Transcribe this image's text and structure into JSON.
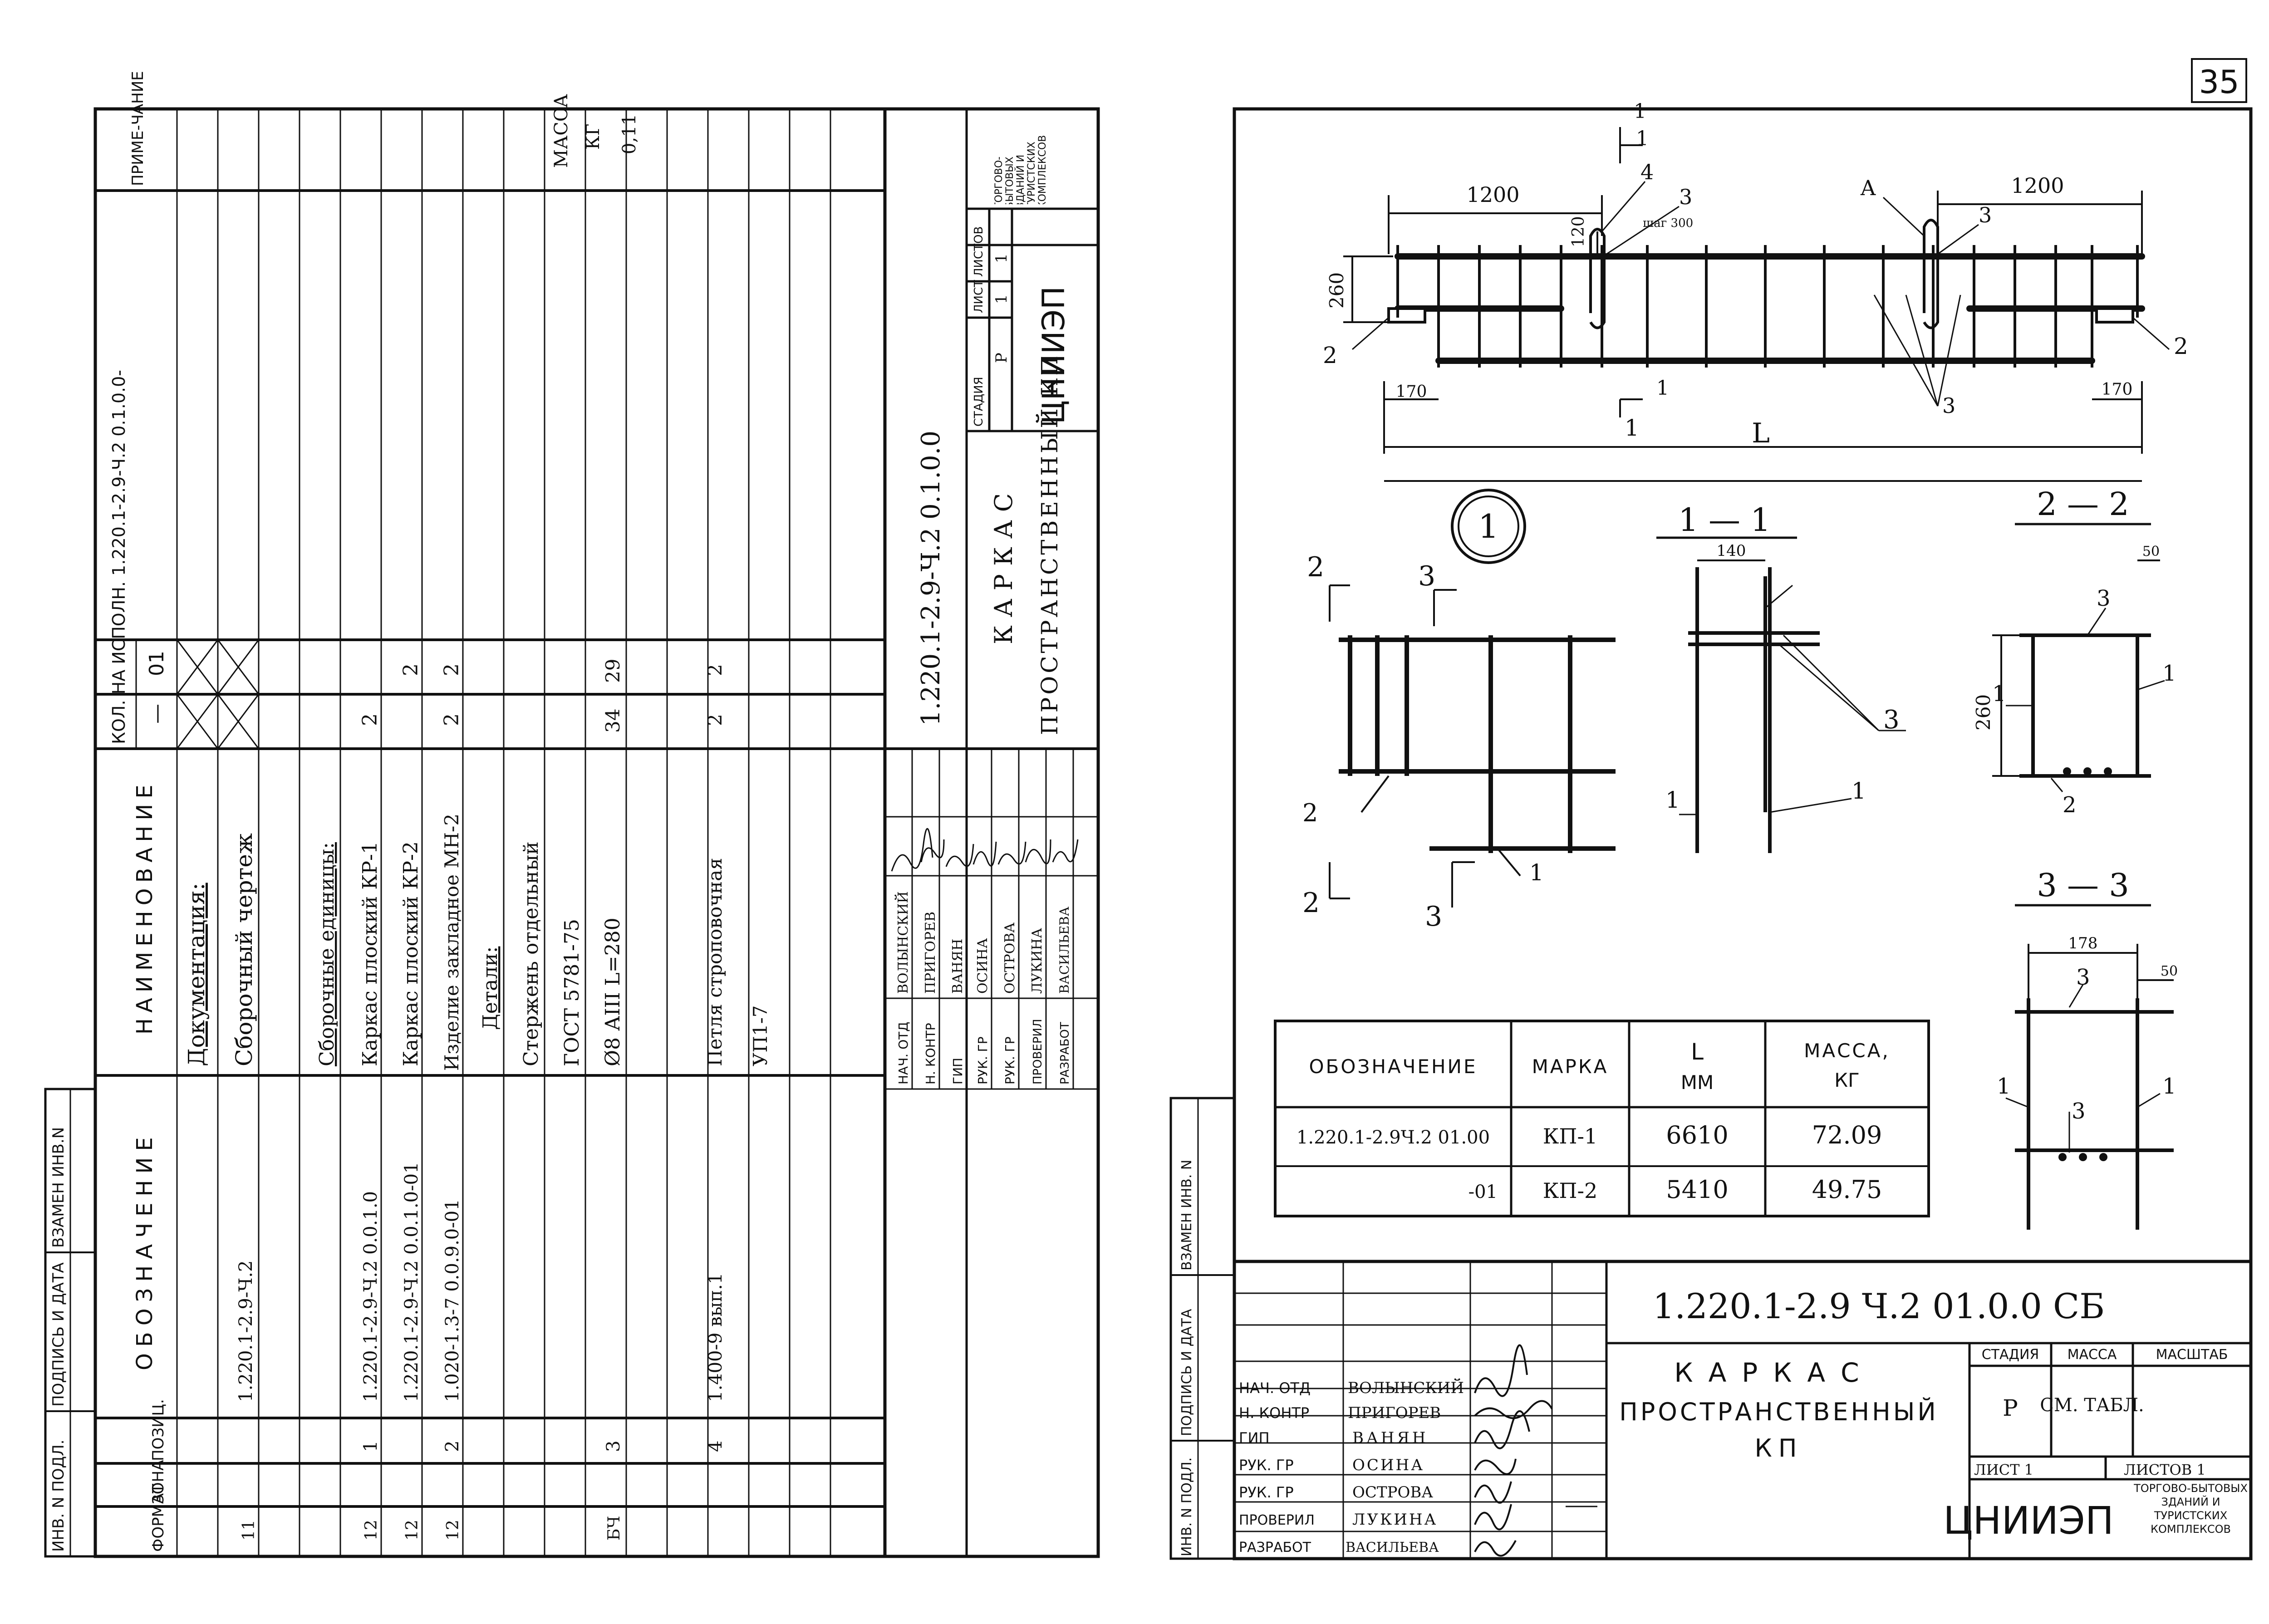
{
  "page_number": "35",
  "left_sheet": {
    "header": {
      "format": "ФОРМАТ",
      "zone": "ЗОНА",
      "position": "ПОЗИЦ.",
      "designation": "ОБОЗНАЧЕНИЕ",
      "name": "НАИМЕНОВАНИЕ",
      "qty_title": "КОЛ. НА ИСПОЛН. 1.220.1-2.9-Ч.2 0.1.0.0-",
      "col_minus": "—",
      "col_01": "01",
      "note": "ПРИМЕ-ЧАНИЕ"
    },
    "rows": [
      {
        "format": "",
        "pos": "",
        "designation": "",
        "name": "Документация:",
        "q1": "",
        "q2": ""
      },
      {
        "format": "11",
        "pos": "",
        "designation": "1.220.1-2.9-Ч.2",
        "name": "Сборочный чертеж",
        "q1": "",
        "q2": ""
      },
      {
        "format": "",
        "pos": "",
        "designation": "",
        "name": "Сборочные единицы:",
        "q1": "",
        "q2": ""
      },
      {
        "format": "12",
        "pos": "1",
        "designation": "1.220.1-2.9-Ч.2     0.0.1.0",
        "name": "Каркас плоский КР-1",
        "q1": "2",
        "q2": ""
      },
      {
        "format": "12",
        "pos": "",
        "designation": "1.220.1-2.9-Ч.2     0.0.1.0-01",
        "name": "Каркас плоский КР-2",
        "q1": "",
        "q2": "2"
      },
      {
        "format": "12",
        "pos": "2",
        "designation": "1.020-1.3-7        0.0.9.0-01",
        "name": "Изделие закладное МН-2",
        "q1": "2",
        "q2": "2"
      },
      {
        "format": "",
        "pos": "",
        "designation": "",
        "name": "Детали:",
        "q1": "",
        "q2": ""
      },
      {
        "format": "",
        "pos": "",
        "designation": "",
        "name": "Стержень отдельный",
        "q1": "",
        "q2": ""
      },
      {
        "format": "",
        "pos": "",
        "designation": "",
        "name": "ГОСТ 5781-75",
        "q1": "",
        "q2": ""
      },
      {
        "format": "БЧ",
        "pos": "3",
        "designation": "",
        "name": "Ø8 АIII   L=280",
        "q1": "34",
        "q2": "29"
      },
      {
        "format": "",
        "pos": "",
        "designation": "",
        "name": "Петля строповочная",
        "q1": "",
        "q2": ""
      },
      {
        "format": "",
        "pos": "4",
        "designation": "1.400-9 вып.1",
        "name": "УП1-7",
        "q1": "2",
        "q2": "2"
      }
    ],
    "note_text": [
      "МАССА",
      "КГ",
      "0,11"
    ],
    "side_stamp": [
      "ИНВ. N ПОДЛ.",
      "ПОДПИСЬ И ДАТА",
      "ВЗАМЕН ИНВ.N"
    ],
    "title": {
      "code": "1.220.1-2.9-Ч.2      0.1.0.0",
      "name1": "КАРКАС",
      "name2": "ПРОСТРАНСТВЕННЫЙ КП",
      "stage_h": "СТАДИЯ",
      "sheet_h": "ЛИСТ",
      "sheets_h": "ЛИСТОВ",
      "stage": "Р",
      "sheet": "1",
      "sheets": "1",
      "org": "ЦНИИЭП",
      "org_sub": "ТОРГОВО-БЫТОВЫХ ЗДАНИЙ И ТУРИСТСКИХ КОМПЛЕКСОВ",
      "roles": [
        "НАЧ. ОТД",
        "Н. КОНТР",
        "ГИП",
        "РУК. ГР",
        "РУК. ГР",
        "ПРОВЕРИЛ",
        "РАЗРАБОТ"
      ],
      "persons": [
        "ВОЛЫНСКИЙ",
        "ПРИГОРЕВ",
        "ВАНЯН",
        "ОСИНА",
        "ОСТРОВА",
        "ЛУКИНА",
        "ВАСИЛЬЕВА"
      ]
    }
  },
  "right_sheet": {
    "plan": {
      "dim_1200_left": "1200",
      "dim_1200_right": "1200",
      "dim_120": "120",
      "dim_260": "260",
      "dim_170_left": "170",
      "dim_170_right": "170",
      "dim_L": "L",
      "pitch": "шаг 300",
      "labels": [
        "1",
        "4",
        "3",
        "A",
        "3",
        "2",
        "2",
        "1",
        "3",
        "1",
        "1"
      ]
    },
    "circle_label": "1",
    "section_11": {
      "title": "1 — 1",
      "dim": "140",
      "labels": [
        "3",
        "1",
        "1"
      ]
    },
    "section_22": {
      "title": "2 — 2",
      "dim_50": "50",
      "dim_260": "260",
      "labels": [
        "3",
        "1",
        "1",
        "2"
      ]
    },
    "section_33": {
      "title": "3 — 3",
      "dim_178": "178",
      "dim_50": "50",
      "labels": [
        "3",
        "1",
        "1",
        "3"
      ]
    },
    "view1": {
      "labels": [
        "2",
        "3",
        "2",
        "2",
        "3",
        "1"
      ]
    },
    "table": {
      "headers": [
        "ОБОЗНАЧЕНИЕ",
        "МАРКА",
        "L",
        "ММ",
        "МАССА,",
        "КГ"
      ],
      "rows": [
        {
          "designation": "1.220.1-2.9Ч.2 01.00",
          "mark": "КП-1",
          "length": "6610",
          "mass": "72.09"
        },
        {
          "designation": "-01",
          "mark": "КП-2",
          "length": "5410",
          "mass": "49.75"
        }
      ]
    },
    "side_stamp": [
      "ИНВ. N ПОДЛ.",
      "ПОДПИСЬ И ДАТА",
      "ВЗАМЕН ИНВ. N"
    ],
    "title": {
      "code": "1.220.1-2.9 Ч.2   01.0.0 СБ",
      "name1": "КАРКАС",
      "name2": "ПРОСТРАНСТВЕННЫЙ",
      "name3": "КП",
      "stage_h": "СТАДИЯ",
      "mass_h": "МАССА",
      "scale_h": "МАСШТАБ",
      "stage": "Р",
      "mass": "СМ. ТАБЛ.",
      "sheet": "ЛИСТ 1",
      "sheets": "ЛИСТОВ 1",
      "org": "ЦНИИЭП",
      "org_sub": "ТОРГОВО-БЫТОВЫХ ЗДАНИЙ И ТУРИСТСКИХ КОМПЛЕКСОВ",
      "roles": [
        "НАЧ. ОТД",
        "Н. КОНТР",
        "ГИП",
        "РУК. ГР",
        "РУК. ГР",
        "ПРОВЕРИЛ",
        "РАЗРАБОТ"
      ],
      "persons": [
        "ВОЛЫНСКИЙ",
        "ПРИГОРЕВ",
        "ВАНЯН",
        "ОСИНА",
        "ОСТРОВА",
        "ЛУКИНА",
        "ВАСИЛЬЕВА"
      ]
    }
  }
}
